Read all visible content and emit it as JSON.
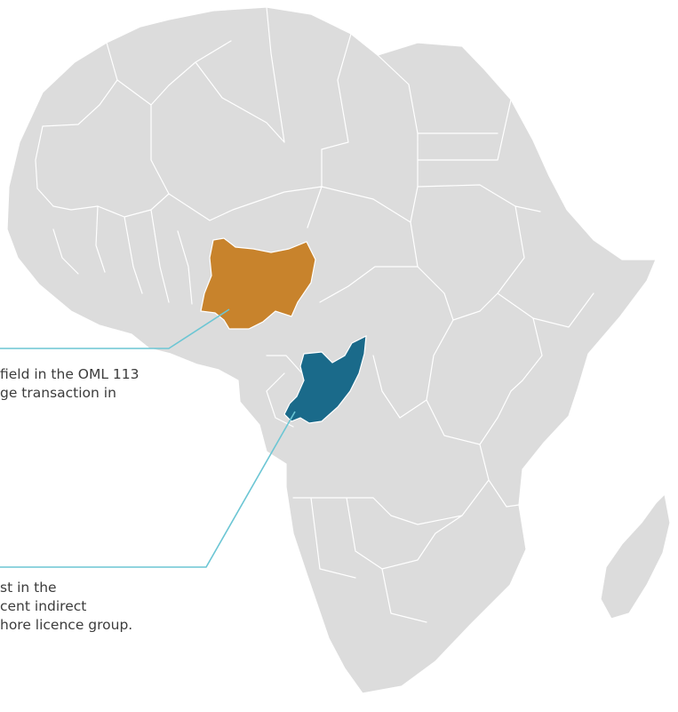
{
  "map": {
    "land_color": "#dcdcdc",
    "border_color": "#ffffff",
    "leader_color": "#6cc6d4",
    "highlights": [
      {
        "name": "nigeria",
        "color": "#c8832c"
      },
      {
        "name": "republic-of-congo",
        "color": "#1a6a8a"
      }
    ]
  },
  "callouts": {
    "nigeria": {
      "lines": [
        "field in the OML 113",
        "ge transaction in"
      ]
    },
    "congo": {
      "lines": [
        "st in the",
        "cent indirect",
        "hore licence group."
      ]
    }
  }
}
